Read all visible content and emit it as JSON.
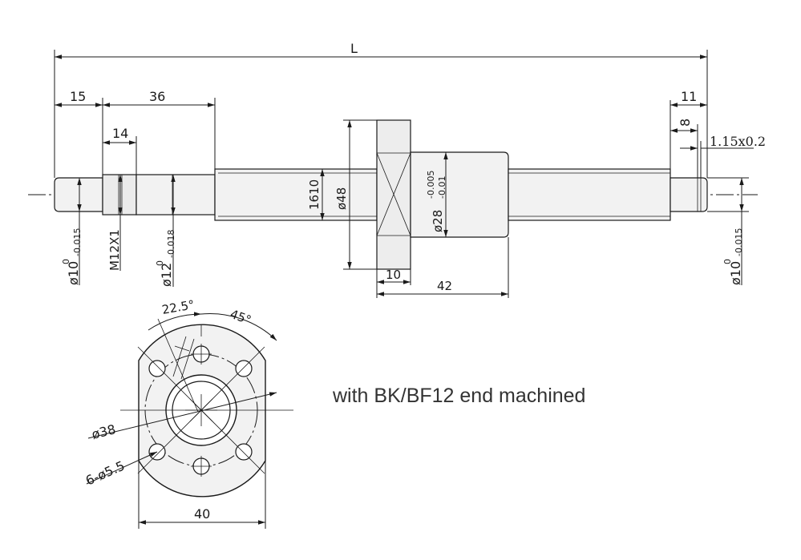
{
  "dimensions": {
    "overall_length": "L",
    "left_end_length": "15",
    "thread_section_length": "36",
    "thread_width": "14",
    "right_end_length": "11",
    "groove_position": "8",
    "groove_spec": "1.15x0.2",
    "ball_screw_diameter": "1610",
    "flange_diameter": "ø48",
    "nut_body_diameter_base": "ø28",
    "nut_body_tol_upper": "-0.005",
    "nut_body_tol_lower": "-0.01",
    "flange_width": "10",
    "nut_length": "42",
    "left_journal_base": "ø10",
    "left_journal_tol_upper": "0",
    "left_journal_tol_lower": "-0.015",
    "thread_spec": "M12X1",
    "bearing_seat_base": "ø12",
    "bearing_seat_tol_upper": "0",
    "bearing_seat_tol_lower": "-0.018",
    "right_journal_base": "ø10",
    "right_journal_tol_upper": "0",
    "right_journal_tol_lower": "-0.015"
  },
  "flange_view": {
    "angle_oil_hole": "22.5°",
    "angle_bolt_holes": "45°",
    "bolt_circle_diameter": "ø38",
    "bolt_holes": "6-ø5.5",
    "flat_width": "40"
  },
  "caption": "with BK/BF12 end machined",
  "colors": {
    "line": "#1a1a1a",
    "caption": "#333333",
    "shaft_fill": "#f2f2f2"
  }
}
